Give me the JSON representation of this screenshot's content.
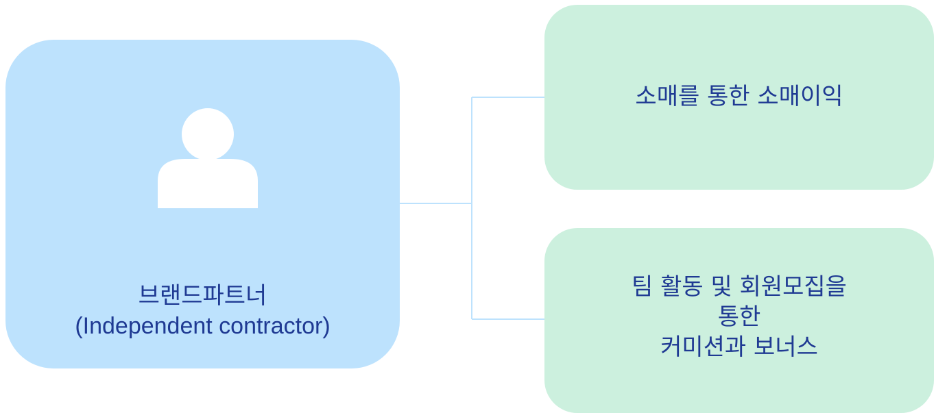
{
  "colors": {
    "person_box": "#bde2fd",
    "benefit_box": "#ccf0de",
    "text": "#1f3a93",
    "connector": "#bde2fd",
    "icon": "#ffffff"
  },
  "person": {
    "icon": "person-icon",
    "title_line1": "브랜드파트너",
    "title_line2": "(Independent contractor)"
  },
  "benefits": [
    {
      "lines": [
        "소매를 통한 소매이익"
      ]
    },
    {
      "lines": [
        "팀 활동 및 회원모집을",
        "통한",
        "커미션과 보너스"
      ]
    }
  ]
}
